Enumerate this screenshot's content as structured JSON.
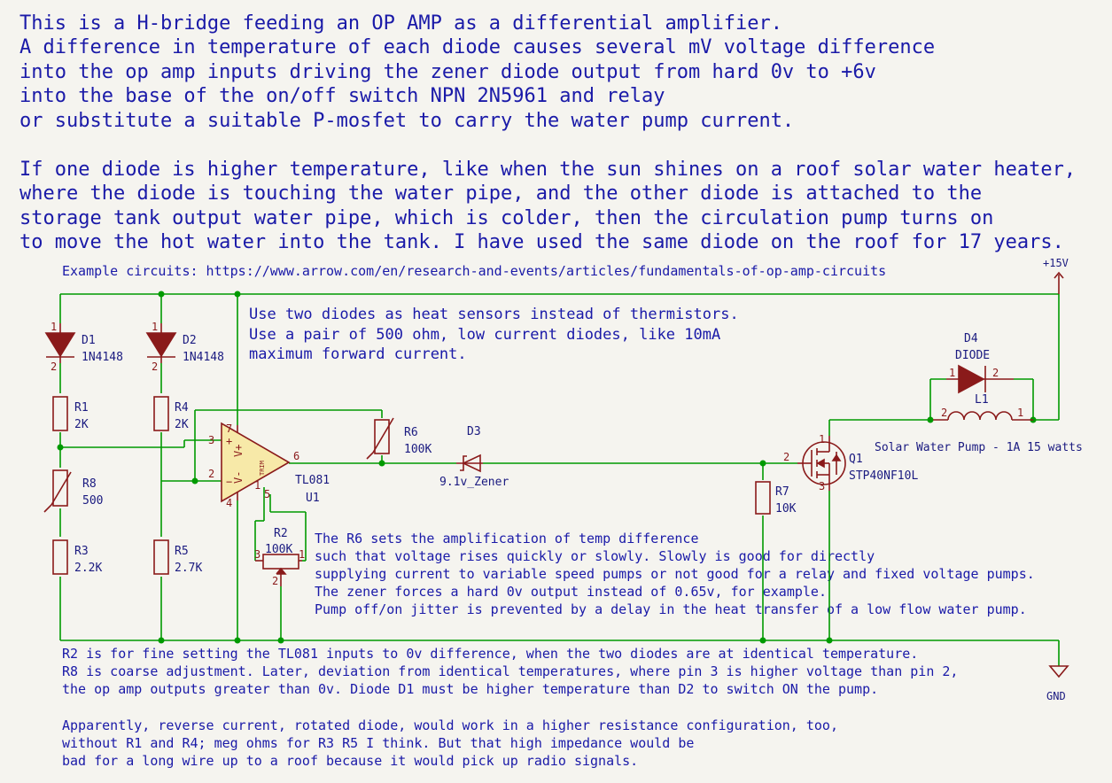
{
  "notes": {
    "header": [
      "This is a H-bridge feeding an OP AMP as a differential amplifier.",
      "A difference in temperature of each diode causes several mV voltage difference",
      "into the op amp inputs driving the zener diode output from hard 0v to +6v",
      "into the base of the on/off switch NPN 2N5961 and relay",
      "or substitute a suitable P-mosfet to carry the water pump current."
    ],
    "roof": [
      "If one diode is higher temperature, like when the sun shines on a roof solar water heater,",
      "where the diode is touching the water pipe, and the other diode is attached to the",
      "storage tank output water pipe, which is colder, then the circulation pump turns on",
      "to move the hot water into the tank. I have used the same diode on the roof for 17 years."
    ],
    "example": "Example circuits: https://www.arrow.com/en/research-and-events/articles/fundamentals-of-op-amp-circuits",
    "sensors": [
      "Use two diodes as heat sensors instead of thermistors.",
      "Use a pair of 500 ohm, low current diodes, like 10mA",
      "maximum forward current."
    ],
    "r6": [
      "The R6 sets the amplification of temp difference",
      "such that voltage rises quickly or slowly. Slowly is good for directly",
      "supplying current to variable speed pumps or not good for a relay and fixed voltage pumps.",
      "The zener forces a hard 0v output instead of 0.65v, for example.",
      "Pump off/on jitter is prevented by a delay in the heat transfer of a low flow water pump."
    ],
    "r2": [
      "R2 is for fine setting the TL081 inputs to 0v difference, when the two diodes are at identical temperature.",
      "R8 is coarse adjustment. Later, deviation from identical temperatures, where pin 3 is higher voltage than pin 2,",
      "the op amp outputs greater than 0v. Diode D1 must be higher temperature than D2 to switch ON the pump."
    ],
    "reverse": [
      "Apparently, reverse current, rotated diode, would work in a higher resistance configuration, too,",
      "without R1 and R4; meg ohms for R3 R5 I think. But that high impedance would be",
      "bad for a long wire up to a roof because it would pick up radio signals."
    ],
    "pump_label": "Solar Water Pump - 1A 15 watts"
  },
  "power": {
    "vcc": "+15V",
    "gnd": "GND"
  },
  "components": {
    "D1": {
      "ref": "D1",
      "value": "1N4148"
    },
    "D2": {
      "ref": "D2",
      "value": "1N4148"
    },
    "R1": {
      "ref": "R1",
      "value": "2K"
    },
    "R4": {
      "ref": "R4",
      "value": "2K"
    },
    "R8": {
      "ref": "R8",
      "value": "500"
    },
    "R3": {
      "ref": "R3",
      "value": "2.2K"
    },
    "R5": {
      "ref": "R5",
      "value": "2.7K"
    },
    "R6": {
      "ref": "R6",
      "value": "100K"
    },
    "R2": {
      "ref": "R2",
      "value": "100K"
    },
    "R7": {
      "ref": "R7",
      "value": "10K"
    },
    "D3": {
      "ref": "D3",
      "value": "9.1v_Zener"
    },
    "D4": {
      "ref": "D4",
      "value": "DIODE"
    },
    "L1": {
      "ref": "L1"
    },
    "Q1": {
      "ref": "Q1",
      "value": "STP40NF10L"
    },
    "U1": {
      "ref": "U1",
      "value": "TL081"
    }
  },
  "pins": {
    "one": "1",
    "two": "2",
    "three": "3",
    "four": "4",
    "five": "5",
    "six": "6",
    "seven": "7",
    "plus": "+",
    "minus": "−",
    "vplus": "V+",
    "vminus": "V-",
    "trim": "TRIM"
  },
  "colors": {
    "wire": "#009a00",
    "component": "#8a1a1a",
    "note": "#1a1aa8",
    "background": "#f5f4ef"
  }
}
